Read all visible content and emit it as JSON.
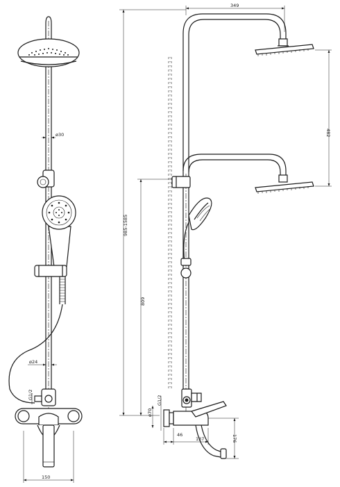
{
  "dimensions": {
    "head_spacing_width": "349",
    "head_drop": "482",
    "total_height": "985-1585",
    "riser_pipe_diameter": "ø30",
    "lower_pipe_diameter": "ø24",
    "outlet_height": "809",
    "bottom_width": "150",
    "thread_front": "G1/2",
    "thread_side": "G1/2",
    "side_diameter": "ø70",
    "spout_offset_small": "46",
    "spout_length": "137",
    "spout_height": "176"
  }
}
